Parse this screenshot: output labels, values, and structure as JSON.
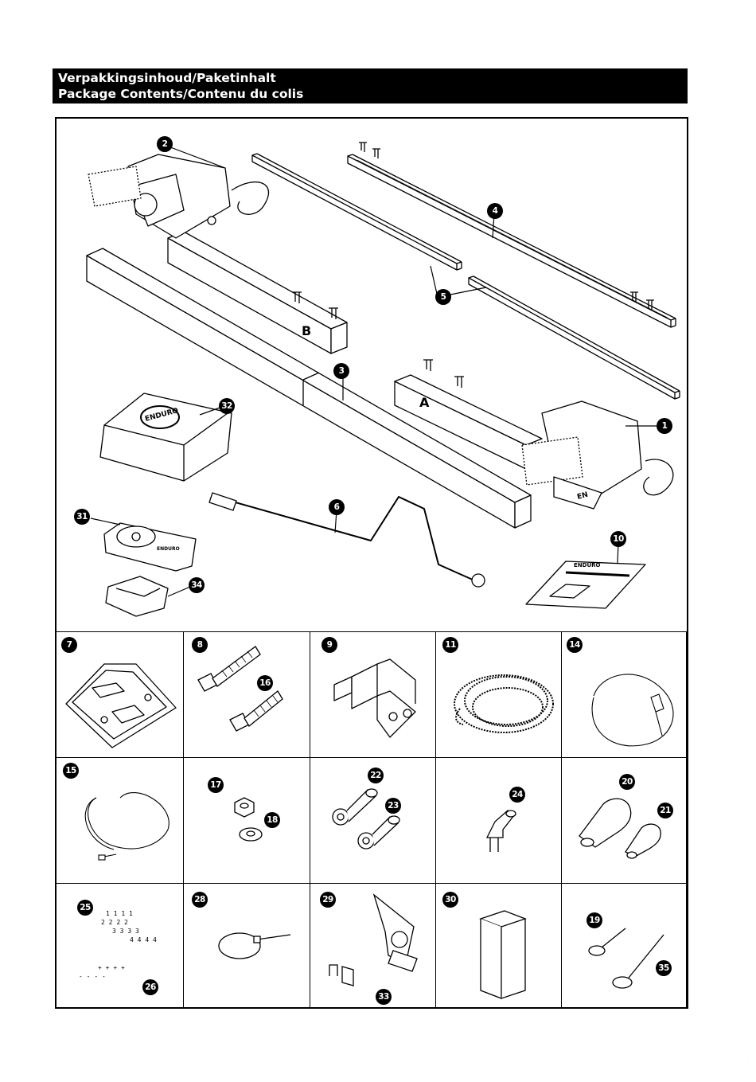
{
  "header": {
    "line1": "Verpakkingsinhoud/Paketinhalt",
    "line2": "Package Contents/Contenu du colis"
  },
  "top_labels": {
    "motor_b_letter": "B",
    "motor_a_letter": "A",
    "battery_brand": "ENDURO",
    "remote_brand": "ENDURO",
    "manual_brand": "ENDURO",
    "motor_brand": "EN"
  },
  "parts": [
    {
      "num": "1",
      "icon": "motor-unit-a"
    },
    {
      "num": "2",
      "icon": "motor-unit-b"
    },
    {
      "num": "3",
      "icon": "long-square-tube"
    },
    {
      "num": "4",
      "icon": "cross-bar"
    },
    {
      "num": "5",
      "icon": "connecting-bars"
    },
    {
      "num": "6",
      "icon": "crank-handle"
    },
    {
      "num": "7",
      "icon": "mounting-bracket"
    },
    {
      "num": "8",
      "icon": "long-bolt"
    },
    {
      "num": "9",
      "icon": "omega-bracket"
    },
    {
      "num": "10",
      "icon": "manual-booklet"
    },
    {
      "num": "11",
      "icon": "corrugated-hose"
    },
    {
      "num": "14",
      "icon": "fused-cable"
    },
    {
      "num": "15",
      "icon": "wire-cable"
    },
    {
      "num": "16",
      "icon": "short-bolt"
    },
    {
      "num": "17",
      "icon": "lock-nut"
    },
    {
      "num": "18",
      "icon": "washer"
    },
    {
      "num": "19",
      "icon": "short-screw"
    },
    {
      "num": "20",
      "icon": "large-cable-clip"
    },
    {
      "num": "21",
      "icon": "small-cable-clip"
    },
    {
      "num": "22",
      "icon": "large-ring-terminal"
    },
    {
      "num": "23",
      "icon": "small-ring-terminal"
    },
    {
      "num": "24",
      "icon": "fork-terminal"
    },
    {
      "num": "25",
      "icon": "number-markers"
    },
    {
      "num": "26",
      "icon": "polarity-markers"
    },
    {
      "num": "28",
      "icon": "cable-tie"
    },
    {
      "num": "29",
      "icon": "isolator-switch"
    },
    {
      "num": "30",
      "icon": "square-tube-sleeve"
    },
    {
      "num": "31",
      "icon": "remote-control"
    },
    {
      "num": "32",
      "icon": "control-box"
    },
    {
      "num": "33",
      "icon": "switch-key"
    },
    {
      "num": "34",
      "icon": "remote-holder"
    },
    {
      "num": "35",
      "icon": "long-screw"
    }
  ],
  "markers": {
    "numbers": [
      "1",
      "1",
      "1",
      "1",
      "2",
      "2",
      "2",
      "2",
      "3",
      "3",
      "3",
      "3",
      "4",
      "4",
      "4",
      "4"
    ],
    "polarity": [
      "+",
      "+",
      "+",
      "+",
      "-",
      "-",
      "-",
      "-"
    ]
  }
}
